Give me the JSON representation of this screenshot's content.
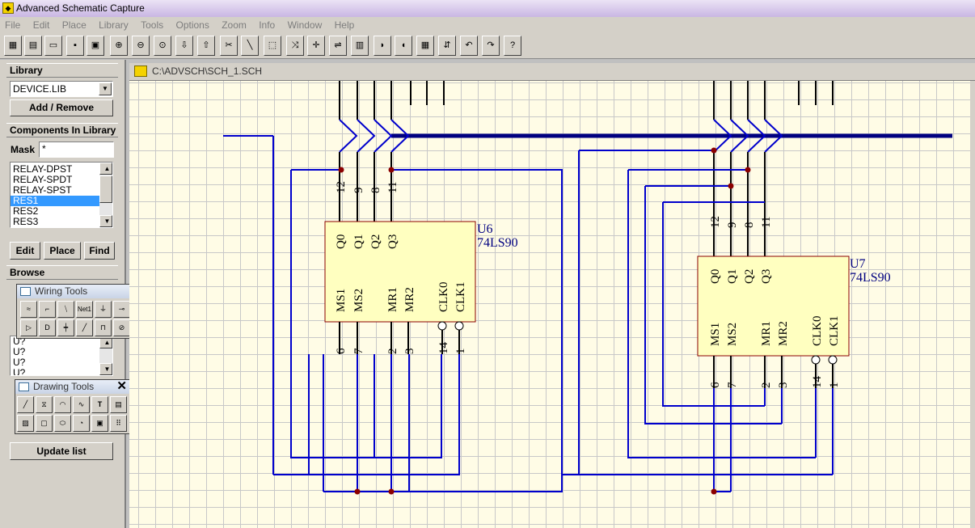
{
  "window": {
    "title": "Advanced Schematic Capture"
  },
  "menu": [
    "File",
    "Edit",
    "Place",
    "Library",
    "Tools",
    "Options",
    "Zoom",
    "Info",
    "Window",
    "Help"
  ],
  "toolbar": {
    "help_label": "?"
  },
  "library": {
    "header": "Library",
    "selected": "DEVICE.LIB",
    "add_remove": "Add / Remove"
  },
  "components": {
    "header": "Components In Library",
    "mask_label": "Mask",
    "mask_value": "*",
    "items": [
      "RELAY-DPST",
      "RELAY-SPDT",
      "RELAY-SPST",
      "RES1",
      "RES2",
      "RES3"
    ],
    "selected": "RES1",
    "edit": "Edit",
    "place": "Place",
    "find": "Find"
  },
  "browse": {
    "header": "Browse",
    "list": [
      "U?",
      "U?",
      "U?",
      "U?"
    ],
    "update": "Update list"
  },
  "wiring_tools": {
    "title": "Wiring Tools",
    "net_label": "Net1"
  },
  "drawing_tools": {
    "title": "Drawing Tools",
    "text_tool": "T"
  },
  "document": {
    "path": "C:\\ADVSCH\\SCH_1.SCH"
  },
  "schematic": {
    "parts": [
      {
        "ref": "U6",
        "value": "74LS90",
        "top_pins": [
          {
            "name": "Q0",
            "num": "12"
          },
          {
            "name": "Q1",
            "num": "9"
          },
          {
            "name": "Q2",
            "num": "8"
          },
          {
            "name": "Q3",
            "num": "11"
          }
        ],
        "bottom_pins": [
          {
            "name": "MS1",
            "num": "6"
          },
          {
            "name": "MS2",
            "num": "7"
          },
          {
            "name": "MR1",
            "num": "2"
          },
          {
            "name": "MR2",
            "num": "3"
          },
          {
            "name": "CLK0",
            "num": "14"
          },
          {
            "name": "CLK1",
            "num": "1"
          }
        ]
      },
      {
        "ref": "U7",
        "value": "74LS90",
        "top_pins": [
          {
            "name": "Q0",
            "num": "12"
          },
          {
            "name": "Q1",
            "num": "9"
          },
          {
            "name": "Q2",
            "num": "8"
          },
          {
            "name": "Q3",
            "num": "11"
          }
        ],
        "bottom_pins": [
          {
            "name": "MS1",
            "num": "6"
          },
          {
            "name": "MS2",
            "num": "7"
          },
          {
            "name": "MR1",
            "num": "2"
          },
          {
            "name": "MR2",
            "num": "3"
          },
          {
            "name": "CLK0",
            "num": "14"
          },
          {
            "name": "CLK1",
            "num": "1"
          }
        ]
      }
    ],
    "colors": {
      "wire": "#0000cc",
      "bus": "#000080",
      "junction": "#8b0000",
      "part_fill": "#ffffc0",
      "part_border": "#8b0000",
      "label": "#000080"
    }
  }
}
